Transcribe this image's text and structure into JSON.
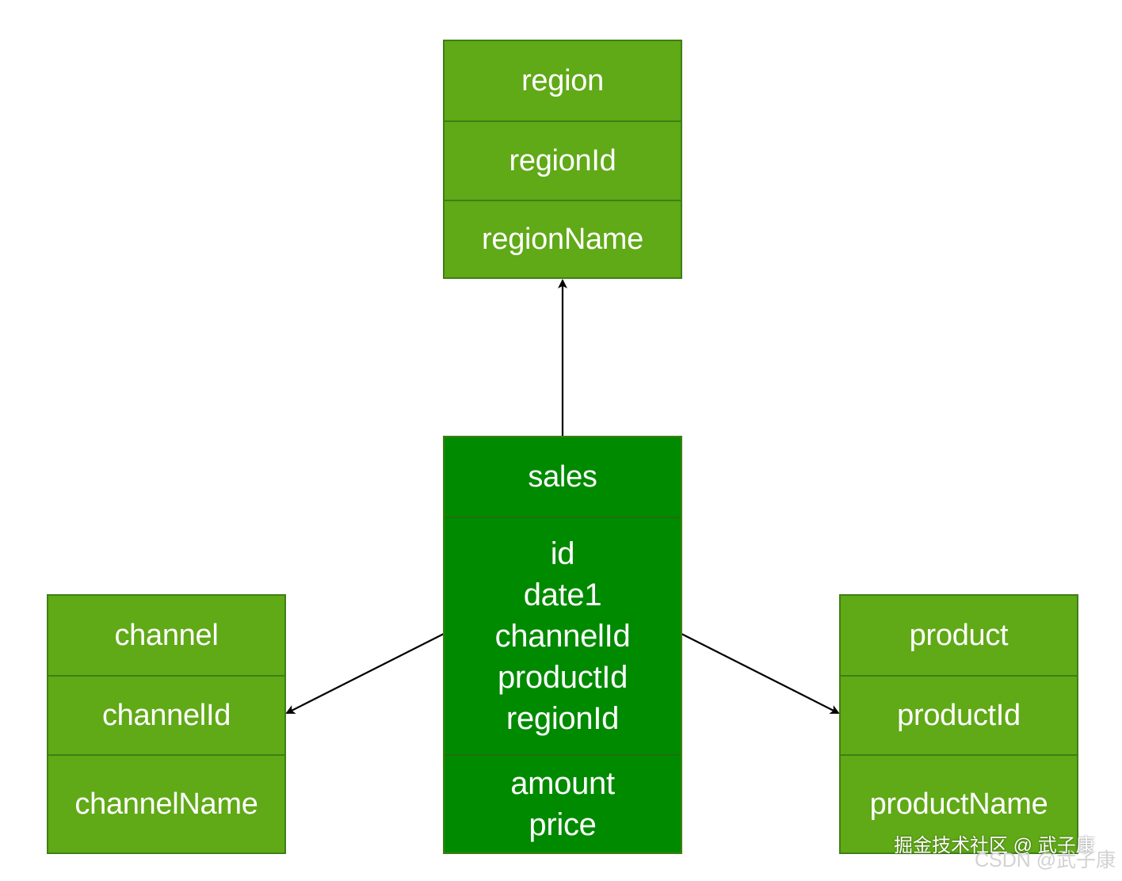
{
  "tables": {
    "region": {
      "name": "region",
      "fields": [
        "regionId",
        "regionName"
      ]
    },
    "sales": {
      "name": "sales",
      "key_fields": [
        "id",
        "date1",
        "channelId",
        "productId",
        "regionId"
      ],
      "measure_fields": [
        "amount",
        "price"
      ]
    },
    "channel": {
      "name": "channel",
      "fields": [
        "channelId",
        "channelName"
      ]
    },
    "product": {
      "name": "product",
      "fields": [
        "productId",
        "productName"
      ]
    }
  },
  "relations": [
    {
      "from": "sales",
      "to": "region"
    },
    {
      "from": "sales",
      "to": "channel"
    },
    {
      "from": "sales",
      "to": "product"
    }
  ],
  "colors": {
    "dimension_fill": "#60a917",
    "fact_fill": "#008a00",
    "border": "#3f7f14",
    "text": "#ffffff",
    "arrow": "#000000"
  },
  "watermarks": {
    "juejin": "掘金技术社区 @ 武子康",
    "csdn": "CSDN @武子康"
  }
}
